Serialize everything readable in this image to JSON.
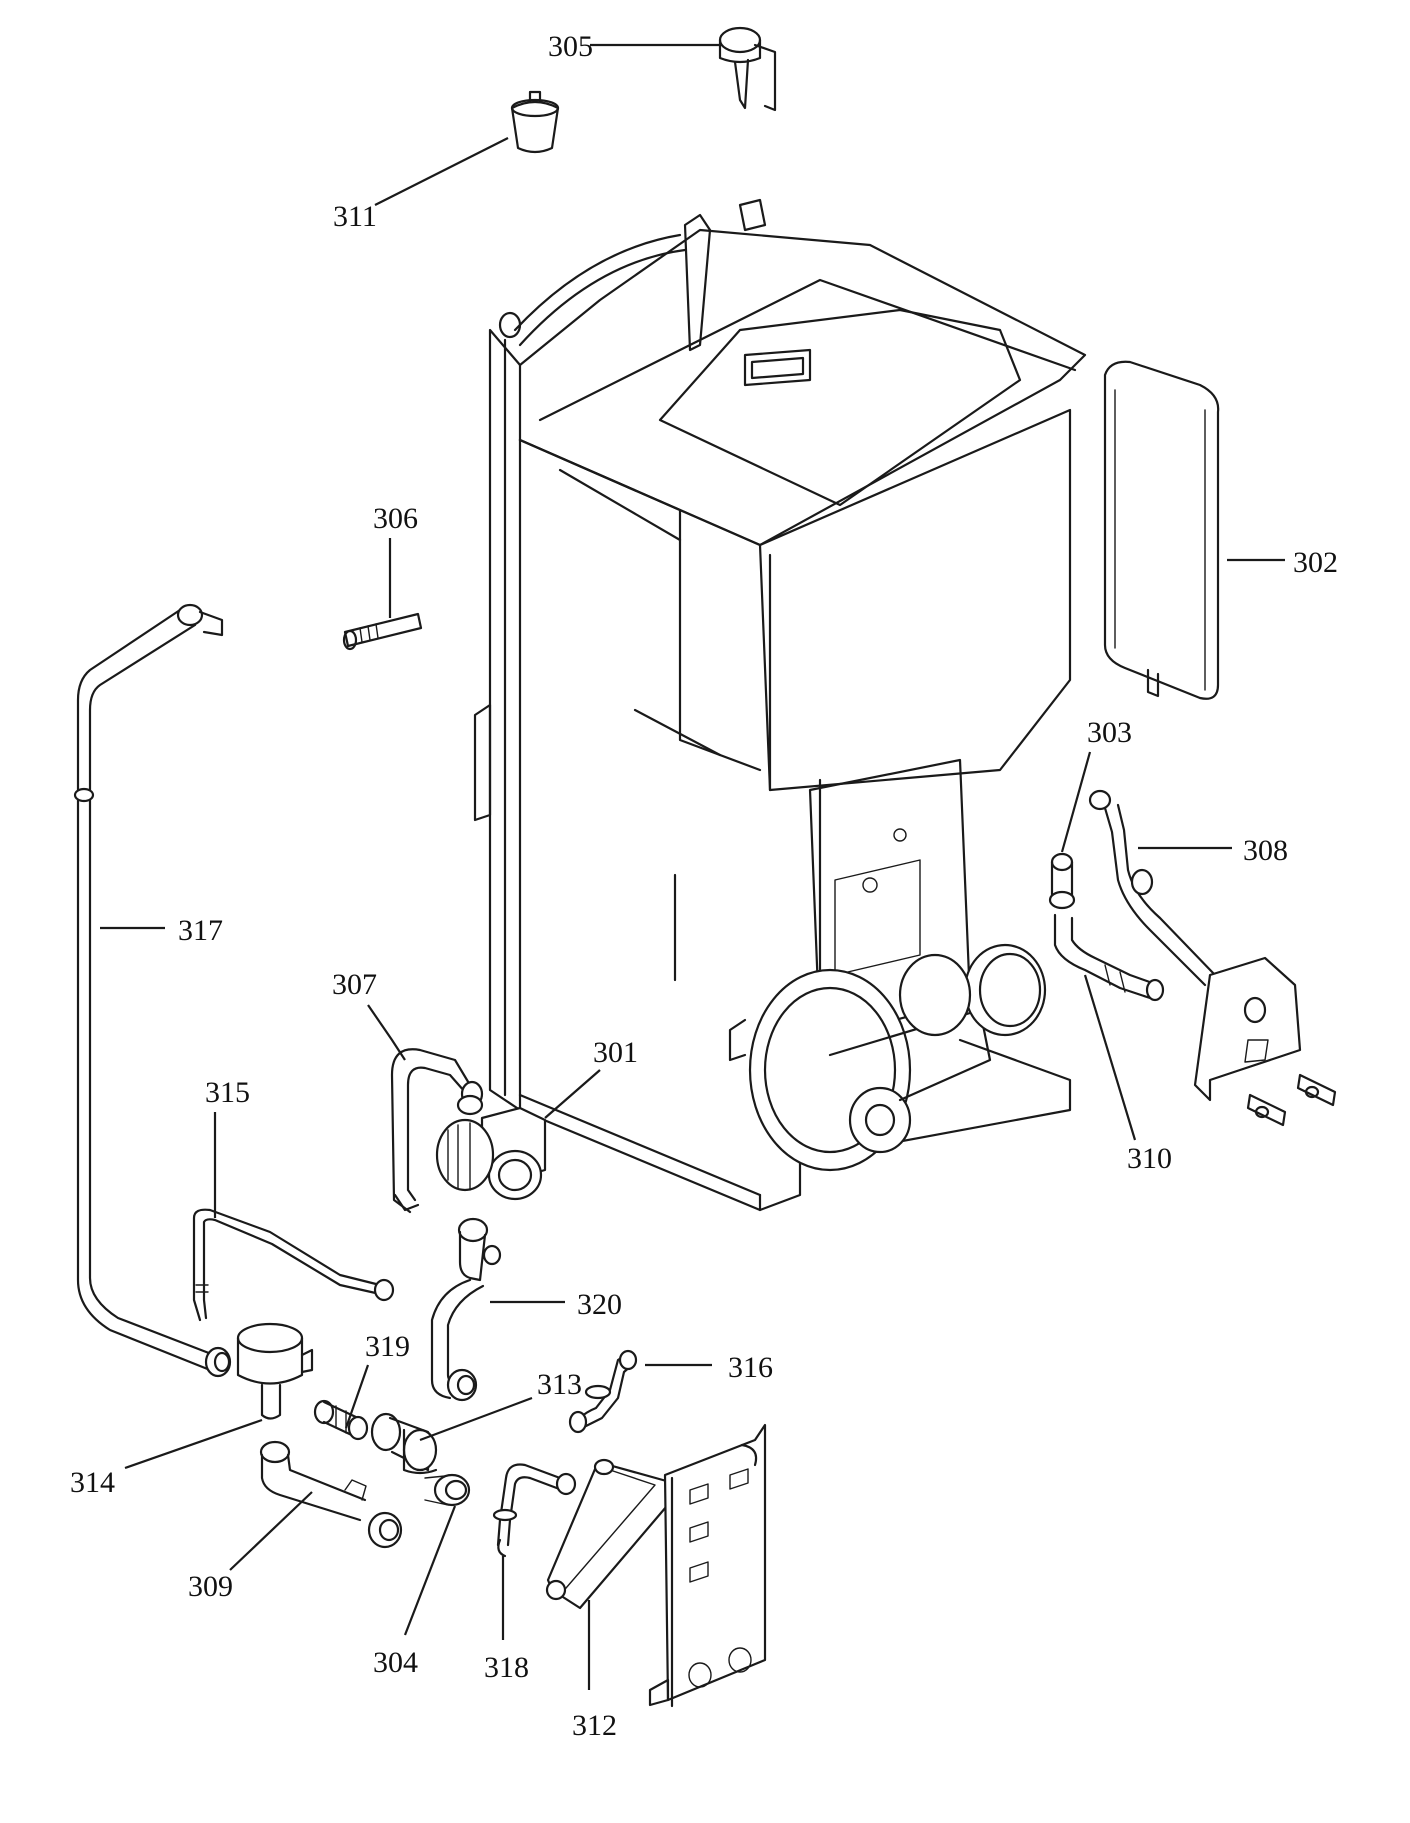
{
  "callouts": {
    "c301": "301",
    "c302": "302",
    "c303": "303",
    "c304": "304",
    "c305": "305",
    "c306": "306",
    "c307": "307",
    "c308": "308",
    "c309": "309",
    "c310": "310",
    "c311": "311",
    "c312": "312",
    "c313": "313",
    "c314": "314",
    "c315": "315",
    "c316": "316",
    "c317": "317",
    "c318": "318",
    "c319": "319",
    "c320": "320"
  }
}
